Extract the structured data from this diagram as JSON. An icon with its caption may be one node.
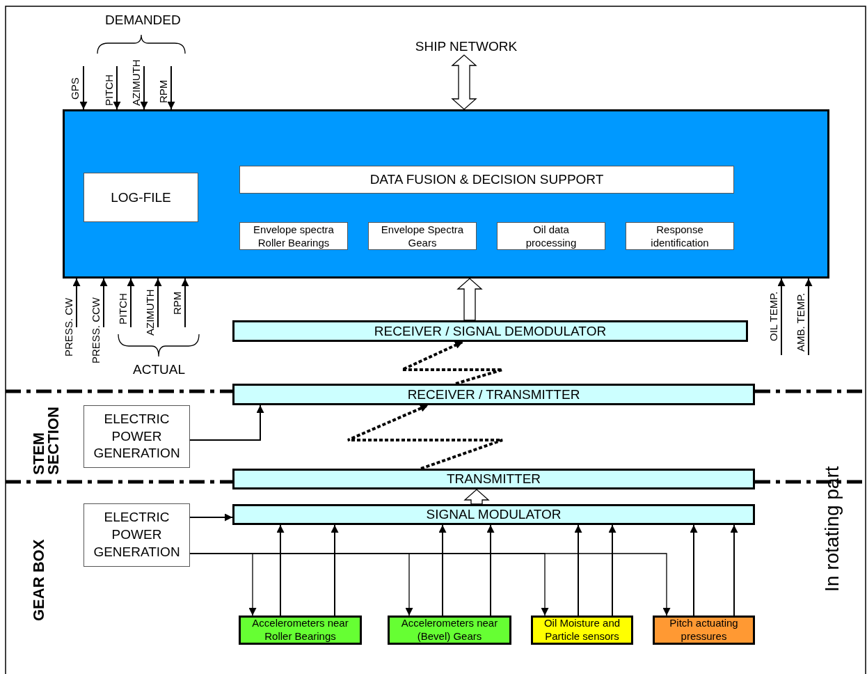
{
  "diagram": {
    "nodes": [
      {
        "text": [],
        "shape": "box"
      },
      {
        "text": [
          "LOG-FILE"
        ],
        "in": 0
      },
      {
        "text": [
          "DATA FUSION & DECISION SUPPORT"
        ],
        "in": 0
      },
      {
        "text": [
          "Envelope spectra Roller Bearings"
        ],
        "in": 0
      },
      {
        "text": [
          "Envelope Spectra Gears"
        ],
        "in": 0
      },
      {
        "text": [
          "Oil data processing"
        ],
        "in": 0
      },
      {
        "text": [
          "Response identification"
        ],
        "in": 0
      },
      {
        "text": [
          "SHIP NETWORK"
        ]
      },
      {
        "text": [
          "RECEIVER / SIGNAL DEMODULATOR"
        ]
      },
      {
        "text": [
          "RECEIVER / TRANSMITTER"
        ]
      },
      {
        "text": [
          "ELECTRIC POWER GENERATION"
        ]
      },
      {
        "text": [
          "TRANSMITTER"
        ]
      },
      {
        "text": [
          "ELECTRIC POWER GENERATION"
        ]
      },
      {
        "text": [
          "SIGNAL MODULATOR"
        ]
      },
      {
        "text": [
          "Accelerometers near Roller Bearings"
        ]
      },
      {
        "text": [
          "Accelerometers near (Bevel) Gears"
        ]
      },
      {
        "text": [
          "Oil Moisture and Particle sensors"
        ]
      },
      {
        "text": [
          "Pitch actuating pressures"
        ]
      }
    ],
    "edges": [
      {
        "from": null,
        "to": 0,
        "arrow": "to",
        "label": "GPS"
      },
      {
        "from": null,
        "to": 0,
        "arrow": "to",
        "label": "PITCH"
      },
      {
        "from": null,
        "to": 0,
        "arrow": "to",
        "label": "AZIMUTH"
      },
      {
        "from": null,
        "to": 0,
        "arrow": "to",
        "label": "RPM"
      },
      {
        "from": null,
        "to": 0,
        "arrow": "to",
        "label": "PRESS. CW"
      },
      {
        "from": null,
        "to": 0,
        "arrow": "to",
        "label": "PRESS. CCW"
      },
      {
        "from": null,
        "to": 0,
        "arrow": "to",
        "label": "PITCH"
      },
      {
        "from": null,
        "to": 0,
        "arrow": "to",
        "label": "AZIMUTH"
      },
      {
        "from": null,
        "to": 0,
        "arrow": "to",
        "label": "RPM"
      },
      {
        "from": null,
        "to": 0,
        "arrow": "to",
        "label": "OIL TEMP."
      },
      {
        "from": null,
        "to": 0,
        "arrow": "to",
        "label": "AMB. TEMP."
      },
      {
        "from": 7,
        "to": 0,
        "arrow": "both",
        "style": "thick"
      },
      {
        "from": 8,
        "to": 0,
        "arrow": "to",
        "style": "thick"
      },
      {
        "from": 9,
        "to": 8,
        "arrow": "to",
        "style": "dashed"
      },
      {
        "from": 11,
        "to": 9,
        "arrow": "to",
        "style": "dashed"
      },
      {
        "from": 10,
        "to": 9,
        "arrow": "to"
      },
      {
        "from": 13,
        "to": 11,
        "arrow": "to",
        "style": "thick"
      },
      {
        "from": 12,
        "to": 13,
        "arrow": "to"
      },
      {
        "from": 12,
        "to": 14,
        "arrow": "to"
      },
      {
        "from": 12,
        "to": 15,
        "arrow": "to"
      },
      {
        "from": 12,
        "to": 16,
        "arrow": "to"
      },
      {
        "from": 12,
        "to": 17,
        "arrow": "to"
      },
      {
        "from": 14,
        "to": 13,
        "arrow": "to"
      },
      {
        "from": 14,
        "to": 13,
        "arrow": "to"
      },
      {
        "from": 15,
        "to": 13,
        "arrow": "to"
      },
      {
        "from": 15,
        "to": 13,
        "arrow": "to"
      },
      {
        "from": 16,
        "to": 13,
        "arrow": "to"
      },
      {
        "from": 16,
        "to": 13,
        "arrow": "to"
      },
      {
        "from": 17,
        "to": 13,
        "arrow": "to"
      },
      {
        "from": 17,
        "to": 13,
        "arrow": "to"
      }
    ],
    "labels": [
      "DEMANDED",
      "ACTUAL",
      "STEM SECTION",
      "GEAR BOX",
      "In rotating part"
    ]
  }
}
